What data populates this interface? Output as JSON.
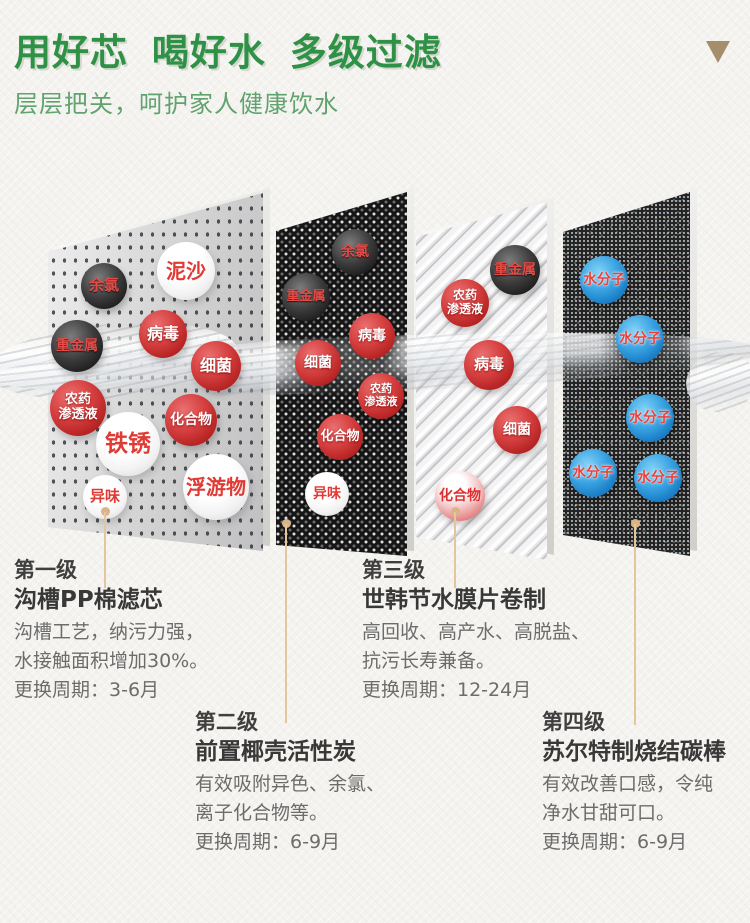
{
  "header": {
    "title": "用好芯 喝好水 多级过滤",
    "subtitle": "层层把关，呵护家人健康饮水",
    "title_color": "#2f9146",
    "subtitle_color": "#61a36f",
    "corner_triangle_color": "#a68d6c"
  },
  "scene": {
    "panels": [
      {
        "name": "stage-1-perforated-pp-cotton",
        "bubbles": [
          "余氯",
          "泥沙",
          "病毒",
          "重金属",
          "细菌",
          "农药\n渗透液",
          "化合物",
          "铁锈",
          "浮游物",
          "异味"
        ]
      },
      {
        "name": "stage-2-activated-carbon-weave",
        "bubbles": [
          "余氯",
          "重金属",
          "病毒",
          "细菌",
          "农药\n渗透液",
          "化合物",
          "异味"
        ]
      },
      {
        "name": "stage-3-membrane-sheet",
        "bubbles": [
          "重金属",
          "农药\n渗透液",
          "病毒",
          "细菌",
          "化合物"
        ]
      },
      {
        "name": "stage-4-sintered-carbon-rod",
        "bubbles": [
          "水分子",
          "水分子",
          "水分子",
          "水分子",
          "水分子"
        ]
      }
    ],
    "bubble_colors": {
      "red": "#d64040",
      "dark": "#3c3c3c",
      "white": "#ffffff",
      "blue": "#2a8fd8",
      "text_red": "#e03a35"
    },
    "leader_color": "#e2c69c"
  },
  "stages": [
    {
      "level": "第一级",
      "name": "沟槽PP棉滤芯",
      "desc": "沟槽工艺，纳污力强，\n水接触面积增加30%。",
      "cycle": "更换周期：3-6月"
    },
    {
      "level": "第二级",
      "name": "前置椰壳活性炭",
      "desc": "有效吸附异色、余氯、\n离子化合物等。",
      "cycle": "更换周期：6-9月"
    },
    {
      "level": "第三级",
      "name": "世韩节水膜片卷制",
      "desc": "高回收、高产水、高脱盐、\n抗污长寿兼备。",
      "cycle": "更换周期：12-24月"
    },
    {
      "level": "第四级",
      "name": "苏尔特制烧结碳棒",
      "desc": "有效改善口感，令纯\n净水甘甜可口。",
      "cycle": "更换周期：6-9月"
    }
  ]
}
